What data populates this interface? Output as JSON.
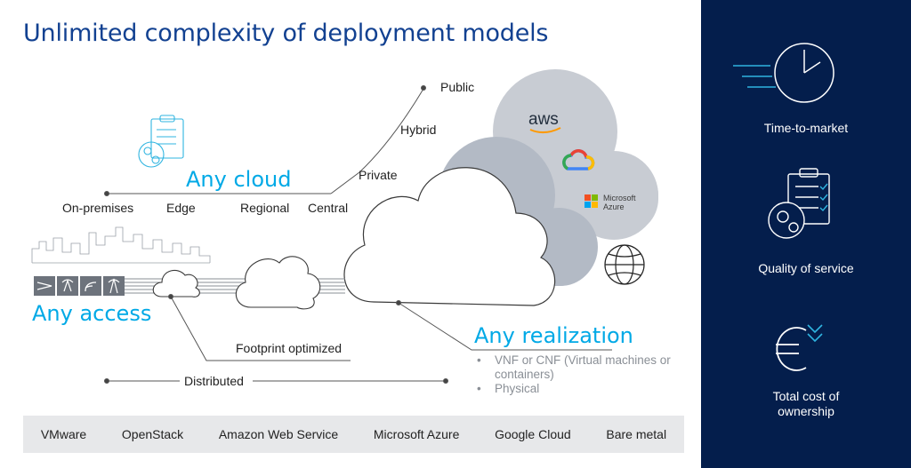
{
  "title": "Unlimited complexity of deployment models",
  "cloud_section": {
    "heading": "Any cloud",
    "scale_labels": [
      "On-premises",
      "Edge",
      "Regional",
      "Central"
    ],
    "curve_labels": [
      "Private",
      "Hybrid",
      "Public"
    ]
  },
  "access_section": {
    "heading": "Any access"
  },
  "realization_section": {
    "heading": "Any realization",
    "bullets": [
      "VNF or CNF (Virtual machines or containers)",
      "Physical"
    ]
  },
  "network_labels": {
    "footprint": "Footprint optimized",
    "distributed": "Distributed"
  },
  "cloud_logos": {
    "aws": "aws",
    "azure_line1": "Microsoft",
    "azure_line2": "Azure"
  },
  "platforms": [
    "VMware",
    "OpenStack",
    "Amazon Web Service",
    "Microsoft Azure",
    "Google Cloud",
    "Bare metal"
  ],
  "benefits": [
    {
      "label": "Time-to-market",
      "icon": "clock-icon"
    },
    {
      "label": "Quality of service",
      "icon": "clipboard-gears-icon"
    },
    {
      "label": "Total cost of ownership",
      "icon": "euro-down-icon"
    }
  ],
  "colors": {
    "accent": "#00a9e6",
    "title": "#124191",
    "sidebar": "#041e4c",
    "bar": "#e7e8ea"
  }
}
